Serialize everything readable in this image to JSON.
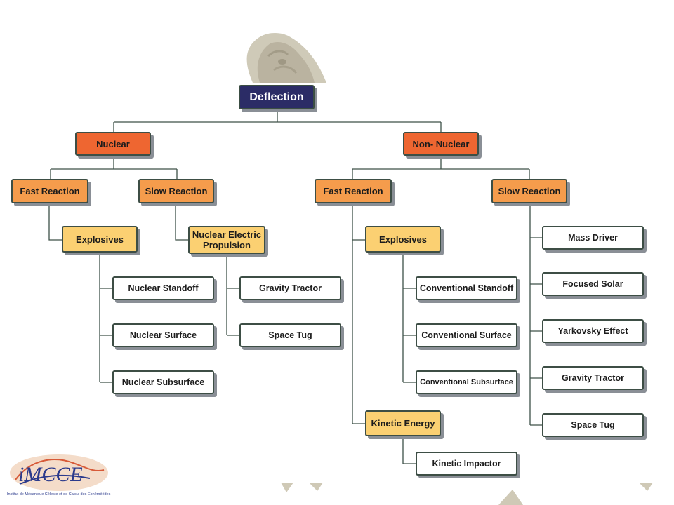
{
  "root": "Deflection",
  "nuclear": {
    "label": "Nuclear",
    "fast": {
      "label": "Fast Reaction",
      "explosives": {
        "label": "Explosives",
        "leaves": [
          "Nuclear Standoff",
          "Nuclear Surface",
          "Nuclear Subsurface"
        ]
      }
    },
    "slow": {
      "label": "Slow Reaction",
      "nep": {
        "label_line1": "Nuclear Electric",
        "label_line2": "Propulsion",
        "leaves": [
          "Gravity Tractor",
          "Space Tug"
        ]
      }
    }
  },
  "non_nuclear": {
    "label": "Non- Nuclear",
    "fast": {
      "label": "Fast Reaction",
      "explosives": {
        "label": "Explosives",
        "leaves": [
          "Conventional Standoff",
          "Conventional Surface",
          "Conventional Subsurface"
        ]
      },
      "kinetic": {
        "label": "Kinetic Energy",
        "leaves": [
          "Kinetic Impactor"
        ]
      }
    },
    "slow": {
      "label": "Slow Reaction",
      "leaves": [
        "Mass Driver",
        "Focused Solar",
        "Yarkovsky Effect",
        "Gravity Tractor",
        "Space Tug"
      ]
    }
  },
  "logo": {
    "text": "IMCCE",
    "caption": "Institut de Mécanique Céleste et de Calcul des Éphémérides"
  },
  "colors": {
    "root_fill": "#2b2c66",
    "level1_fill": "#ee6631",
    "level2_fill": "#f59c4c",
    "level3_fill": "#fbd072",
    "leaf_fill": "#ffffff",
    "connector": "#3d5048"
  }
}
